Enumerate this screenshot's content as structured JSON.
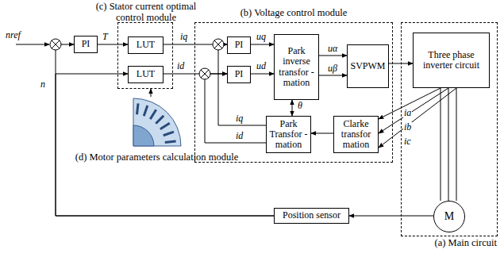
{
  "diagram": {
    "nodes": [
      {
        "text": [
          "(c) Stator current optimal control module"
        ]
      },
      {
        "text": [
          "LUT"
        ],
        "in": 0
      },
      {
        "text": [
          "LUT"
        ],
        "in": 0
      },
      {
        "text": [
          "(b) Voltage control module"
        ]
      },
      {
        "text": [
          "PI"
        ],
        "in": 3
      },
      {
        "text": [
          "PI"
        ],
        "in": 3
      },
      {
        "text": [
          "Park inverse transfor -mation"
        ],
        "in": 3
      },
      {
        "text": [
          "SVPWM"
        ],
        "in": 3
      },
      {
        "text": [
          "Park Transfor -mation"
        ],
        "in": 3
      },
      {
        "text": [
          "Clarke transfor mation"
        ],
        "in": 3
      },
      {
        "text": [
          "(a) Main circuit"
        ]
      },
      {
        "text": [
          "Three phase inverter circuit"
        ],
        "in": 10
      },
      {
        "text": [
          "M"
        ],
        "in": 10
      },
      {
        "text": [
          "PI"
        ]
      },
      {
        "text": [
          "Position sensor"
        ]
      },
      {
        "text": [
          "(d) Motor parameters calculation module"
        ]
      }
    ],
    "edges": [
      {
        "from": 13,
        "to": 1,
        "arrow": "to",
        "label": "T"
      },
      {
        "from": 1,
        "to": 4,
        "arrow": "to",
        "label": "iq"
      },
      {
        "from": 2,
        "to": 5,
        "arrow": "to",
        "label": "id"
      },
      {
        "from": 4,
        "to": 6,
        "arrow": "to",
        "label": "uq"
      },
      {
        "from": 5,
        "to": 6,
        "arrow": "to",
        "label": "ud"
      },
      {
        "from": 6,
        "to": 7,
        "arrow": "to",
        "label": "uα"
      },
      {
        "from": 6,
        "to": 7,
        "arrow": "to",
        "label": "uβ"
      },
      {
        "from": 7,
        "to": 11,
        "arrow": "to"
      },
      {
        "from": 11,
        "to": 12,
        "arrow": "none"
      },
      {
        "from": 11,
        "to": 12,
        "arrow": "none"
      },
      {
        "from": 11,
        "to": 12,
        "arrow": "none"
      },
      {
        "from": 11,
        "to": 9,
        "arrow": "to",
        "label": "ia"
      },
      {
        "from": 11,
        "to": 9,
        "arrow": "to",
        "label": "ib"
      },
      {
        "from": 11,
        "to": 9,
        "arrow": "to",
        "label": "ic"
      },
      {
        "from": 9,
        "to": 8,
        "arrow": "to"
      },
      {
        "from": 8,
        "to": 4,
        "arrow": "to",
        "label": "iq"
      },
      {
        "from": 8,
        "to": 5,
        "arrow": "to",
        "label": "id"
      },
      {
        "from": 6,
        "to": 8,
        "arrow": "both",
        "label": "θ"
      },
      {
        "from": 12,
        "to": 14,
        "arrow": "to"
      },
      {
        "from": 14,
        "to": 13,
        "arrow": "to",
        "label": "n"
      },
      {
        "from": 14,
        "to": 2,
        "arrow": "to"
      },
      {
        "from": 15,
        "to": 0,
        "arrow": "to"
      }
    ],
    "labels": [
      "nref"
    ]
  }
}
